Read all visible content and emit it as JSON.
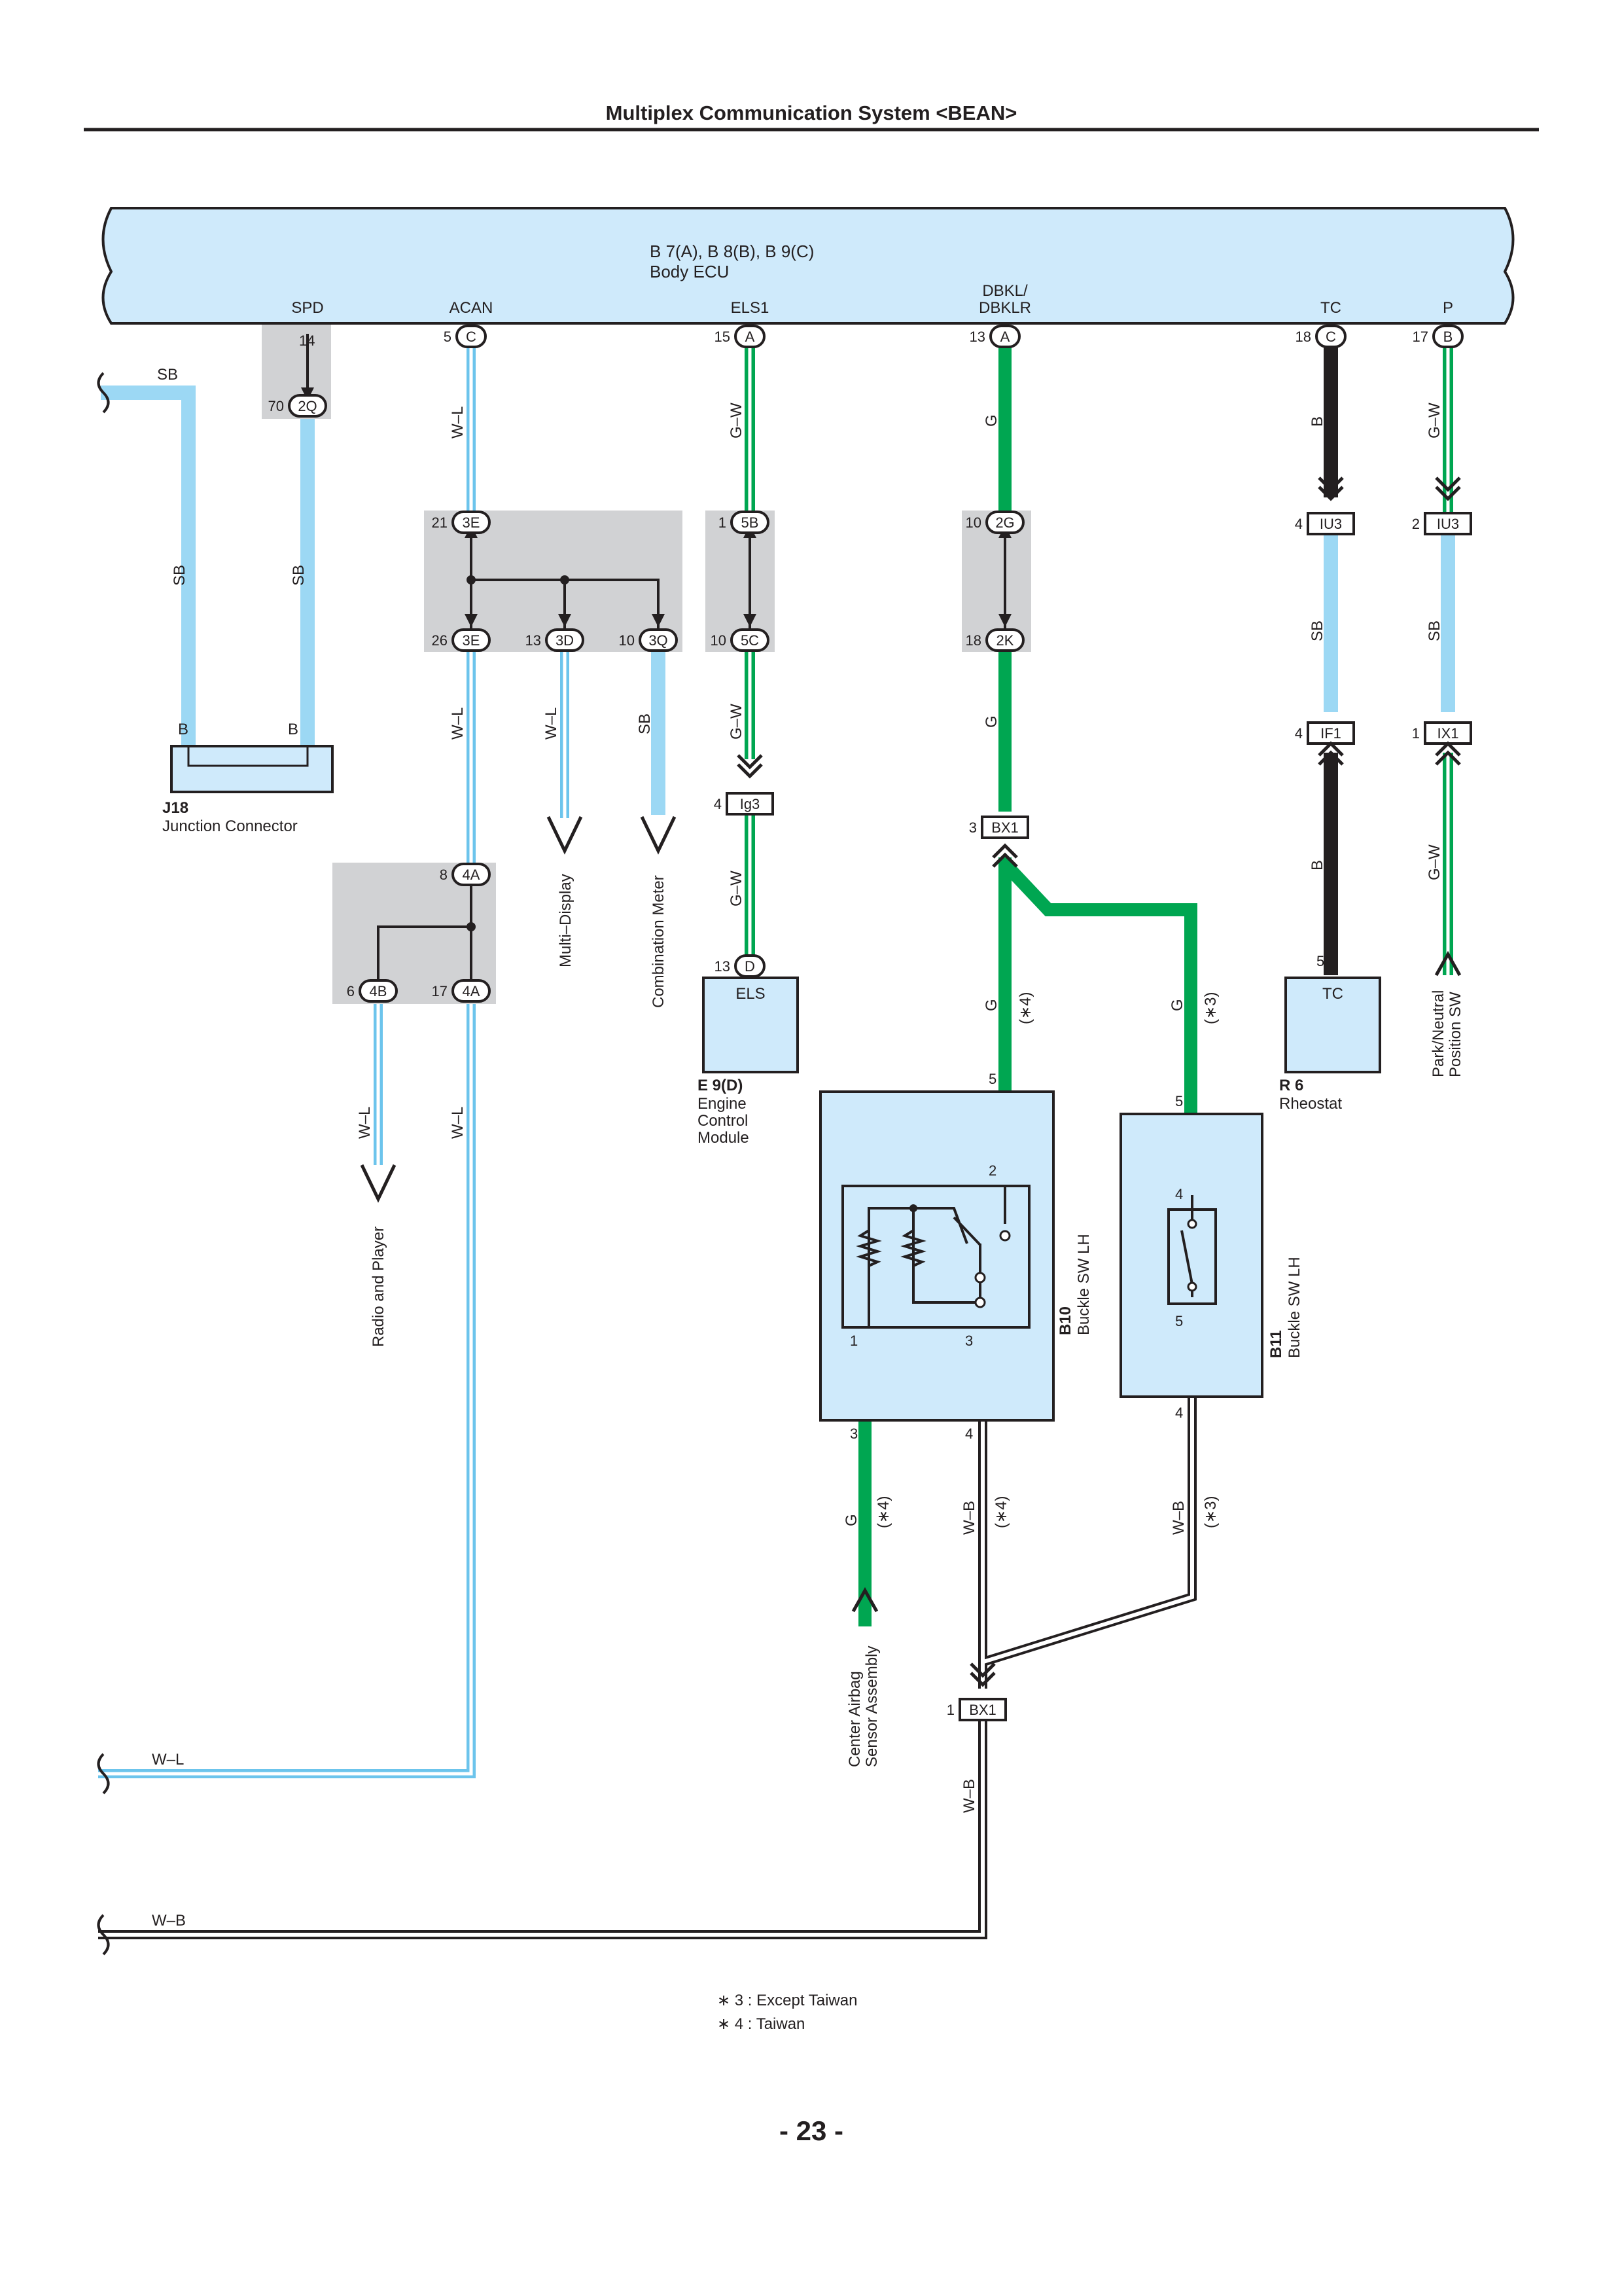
{
  "page": {
    "title": "Multiplex Communication System <BEAN>",
    "page_number": "- 23 -"
  },
  "ecu": {
    "name": "B 7(A), B 8(B), B 9(C)",
    "description": "Body ECU",
    "pins": [
      {
        "label": "SPD",
        "num": "14",
        "conn": ""
      },
      {
        "label": "ACAN",
        "num": "5",
        "conn": "C"
      },
      {
        "label": "ELS1",
        "num": "15",
        "conn": "A"
      },
      {
        "label_1": "DBKL/",
        "label_2": "DBKLR",
        "num": "13",
        "conn": "A"
      },
      {
        "label": "TC",
        "num": "18",
        "conn": "C"
      },
      {
        "label": "P",
        "num": "17",
        "conn": "B"
      }
    ]
  },
  "connectors": {
    "c_2q": {
      "num": "70",
      "id": "2Q"
    },
    "c_3e_top": {
      "num": "21",
      "id": "3E"
    },
    "c_3e_bot": {
      "num": "26",
      "id": "3E"
    },
    "c_3d": {
      "num": "13",
      "id": "3D"
    },
    "c_3q": {
      "num": "10",
      "id": "3Q"
    },
    "c_5b": {
      "num": "1",
      "id": "5B"
    },
    "c_5c": {
      "num": "10",
      "id": "5C"
    },
    "c_2g": {
      "num": "10",
      "id": "2G"
    },
    "c_2k": {
      "num": "18",
      "id": "2K"
    },
    "c_iu3_a": {
      "num": "4",
      "id": "IU3"
    },
    "c_iu3_b": {
      "num": "2",
      "id": "IU3"
    },
    "c_if1": {
      "num": "4",
      "id": "IF1"
    },
    "c_ix1": {
      "num": "1",
      "id": "IX1"
    },
    "c_ig3": {
      "num": "4",
      "id": "Ig3"
    },
    "c_bx1_top": {
      "num": "3",
      "id": "BX1"
    },
    "c_bx1_bot": {
      "num": "1",
      "id": "BX1"
    },
    "c_4a_top": {
      "num": "8",
      "id": "4A"
    },
    "c_4b": {
      "num": "6",
      "id": "4B"
    },
    "c_4a_bot": {
      "num": "17",
      "id": "4A"
    },
    "c_d": {
      "num": "13",
      "id": "D"
    }
  },
  "wire_colors": {
    "sb": "SB",
    "wl": "W–L",
    "gw": "G–W",
    "g": "G",
    "b": "B",
    "wb": "W–B"
  },
  "notes": {
    "n3": "(∗3)",
    "n4": "(∗4)"
  },
  "components": {
    "j18": {
      "id": "J18",
      "name": "Junction Connector",
      "pin": "B"
    },
    "e9": {
      "id": "E 9(D)",
      "name_1": "Engine",
      "name_2": "Control",
      "name_3": "Module",
      "terminal": "ELS"
    },
    "r6": {
      "id": "R 6",
      "name": "Rheostat",
      "terminal": "TC",
      "pin": "5"
    },
    "b10": {
      "id": "B10",
      "name": "Buckle SW LH",
      "p5": "5",
      "p2": "2",
      "p1": "1",
      "p3": "3",
      "p3o": "3",
      "p4o": "4"
    },
    "b11": {
      "id": "B11",
      "name": "Buckle SW LH",
      "p5": "5",
      "p4": "4",
      "p5b": "5",
      "p4o": "4"
    }
  },
  "destinations": {
    "multi_display": "Multi–Display",
    "combination_meter": "Combination Meter",
    "radio": "Radio and Player",
    "airbag_1": "Center Airbag",
    "airbag_2": "Sensor Assembly",
    "park_1": "Park/Neutral",
    "park_2": "Position SW"
  },
  "legend": {
    "n3": "∗ 3 : Except Taiwan",
    "n4": "∗ 4 : Taiwan"
  },
  "colors": {
    "sb": "#9cd8f4",
    "green": "#00a651",
    "black": "#231f20",
    "ecu_fill": "#cfeafb",
    "splice_gray": "#d1d2d4"
  }
}
